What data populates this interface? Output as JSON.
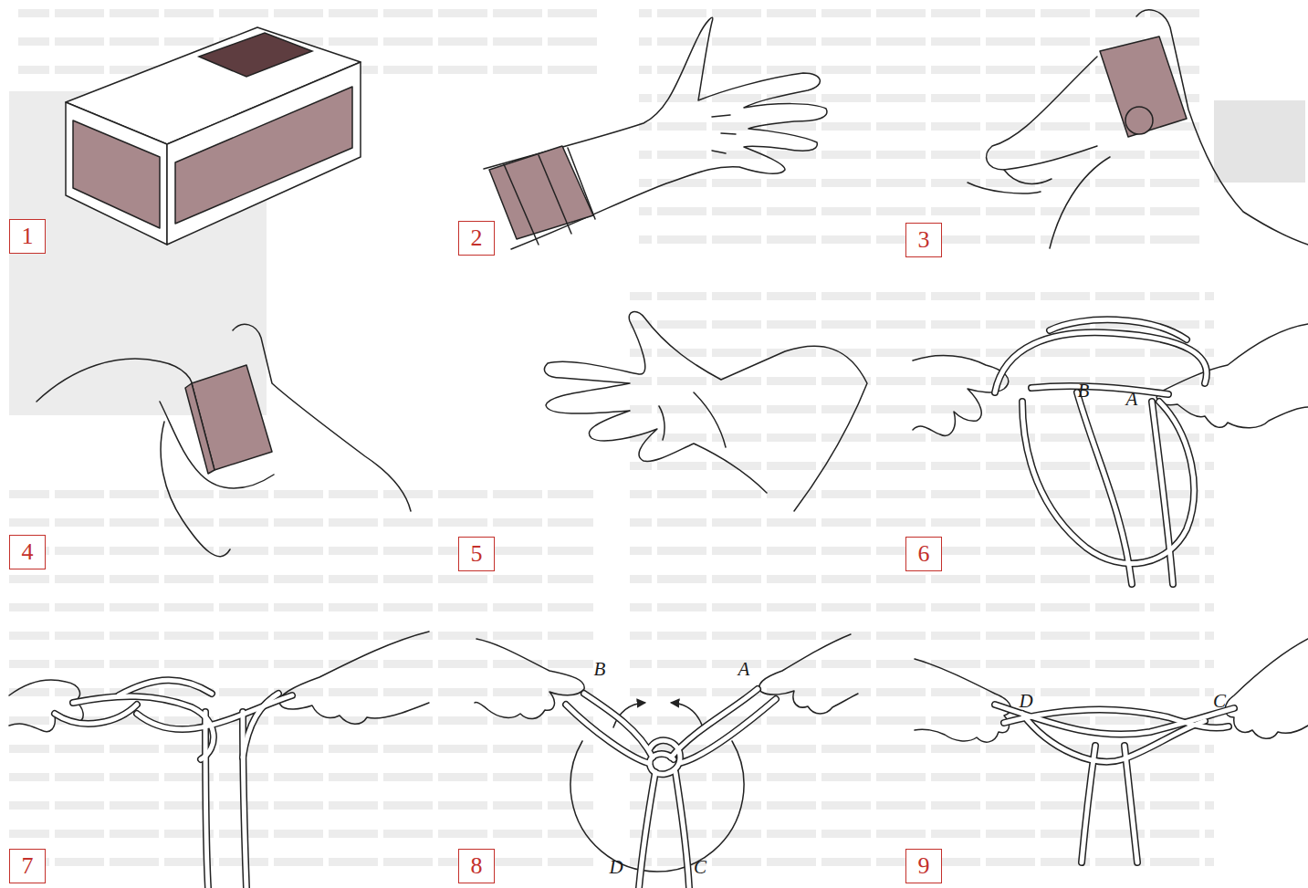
{
  "diagram": {
    "nodes": [
      {
        "text": [
          "1"
        ]
      },
      {
        "text": [
          "2"
        ]
      },
      {
        "text": [
          "3"
        ]
      },
      {
        "text": [
          "4"
        ]
      },
      {
        "text": [
          "5"
        ]
      },
      {
        "text": [
          "6"
        ]
      },
      {
        "text": [
          "7"
        ]
      },
      {
        "text": [
          "8"
        ]
      },
      {
        "text": [
          "9"
        ]
      }
    ],
    "labels": [
      "B",
      "A",
      "B",
      "A",
      "D",
      "C",
      "D",
      "C"
    ]
  }
}
